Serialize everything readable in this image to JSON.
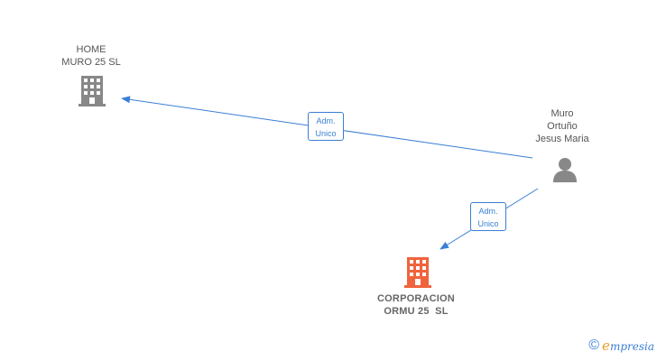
{
  "nodes": {
    "home_company": {
      "label_lines": [
        "HOME",
        "MURO 25 SL"
      ],
      "kind": "company",
      "icon": "building-icon",
      "color": "#888888"
    },
    "person": {
      "label_lines": [
        "Muro",
        "Ortuño",
        "Jesus Maria"
      ],
      "kind": "person",
      "icon": "person-icon",
      "color": "#888888"
    },
    "corporacion": {
      "label_lines": [
        "CORPORACION",
        "ORMU 25  SL"
      ],
      "kind": "company",
      "icon": "building-icon",
      "color": "#f0643c"
    }
  },
  "edges": [
    {
      "from": "person",
      "to": "home_company",
      "label_lines": [
        "Adm.",
        "Unico"
      ],
      "color": "#3a7fd5"
    },
    {
      "from": "person",
      "to": "corporacion",
      "label_lines": [
        "Adm.",
        "Unico"
      ],
      "color": "#3a7fd5"
    }
  ],
  "footer": {
    "copyright_symbol": "©",
    "brand_initial": "e",
    "brand_rest": "mpresia"
  }
}
